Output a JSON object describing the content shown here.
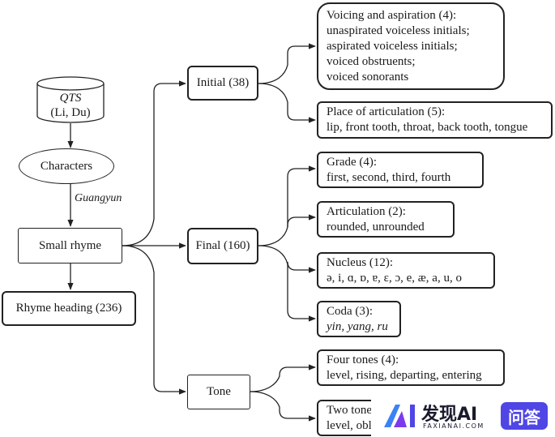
{
  "source": {
    "title": "QTS",
    "subtitle": "(Li, Du)"
  },
  "characters": "Characters",
  "edge_label": "Guangyun",
  "small_rhyme": "Small rhyme",
  "rhyme_heading": "Rhyme heading (236)",
  "initial": {
    "label": "Initial (38)",
    "children": [
      {
        "title": "Voicing and aspiration (4):",
        "lines": [
          "unaspirated voiceless initials;",
          "aspirated voiceless initials;",
          "voiced obstruents;",
          "voiced sonorants"
        ]
      },
      {
        "title": "Place of articulation (5):",
        "lines": [
          "lip, front tooth, throat, back tooth, tongue"
        ]
      }
    ]
  },
  "final": {
    "label": "Final (160)",
    "children": [
      {
        "title": "Grade (4):",
        "lines": [
          "first, second, third, fourth"
        ]
      },
      {
        "title": "Articulation (2):",
        "lines": [
          "rounded, unrounded"
        ]
      },
      {
        "title": "Nucleus (12):",
        "lines": [
          "ə, i, ɑ, ɒ, ɐ, ɛ, ɔ, e, æ, a, u, o"
        ]
      },
      {
        "title": "Coda (3):",
        "lines": [
          "yin, yang, ru"
        ]
      }
    ]
  },
  "tone": {
    "label": "Tone",
    "children": [
      {
        "title": "Four tones (4):",
        "lines": [
          "level, rising, departing, entering"
        ]
      },
      {
        "title": "Two tones (2):",
        "lines": [
          "level, oblique"
        ]
      }
    ]
  },
  "watermark": {
    "brand": "发现AI",
    "sub": "FAXIANAI.COM",
    "tag": "问答",
    "brand_color": "#4f46e5"
  }
}
